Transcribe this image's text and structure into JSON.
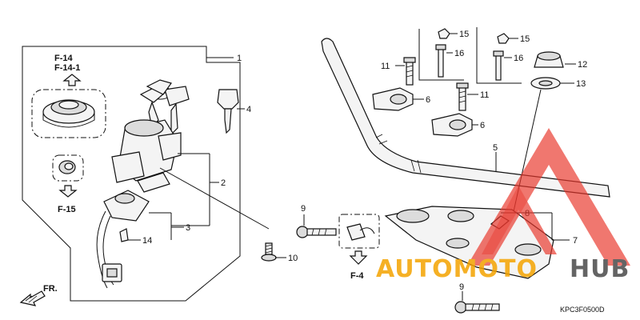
{
  "diagram": {
    "code": "KPC3F0500D",
    "refs": {
      "f14": "F-14",
      "f141": "F-14-1",
      "f15": "F-15",
      "f4": "F-4",
      "front": "FR."
    },
    "callouts": {
      "c1": "1",
      "c2": "2",
      "c3": "3",
      "c4": "4",
      "c5": "5",
      "c6a": "6",
      "c6b": "6",
      "c7": "7",
      "c8": "8",
      "c9a": "9",
      "c9b": "9",
      "c10": "10",
      "c11a": "11",
      "c11b": "11",
      "c12": "12",
      "c13": "13",
      "c14": "14",
      "c15a": "15",
      "c15b": "15",
      "c16a": "16",
      "c16b": "16"
    }
  },
  "watermark": {
    "text_orange": "AUTOMOTO",
    "text_dark": "HUB",
    "colors": {
      "orange": "#f4a300",
      "red": "#e8372c",
      "dark": "#4a4a4a"
    }
  }
}
